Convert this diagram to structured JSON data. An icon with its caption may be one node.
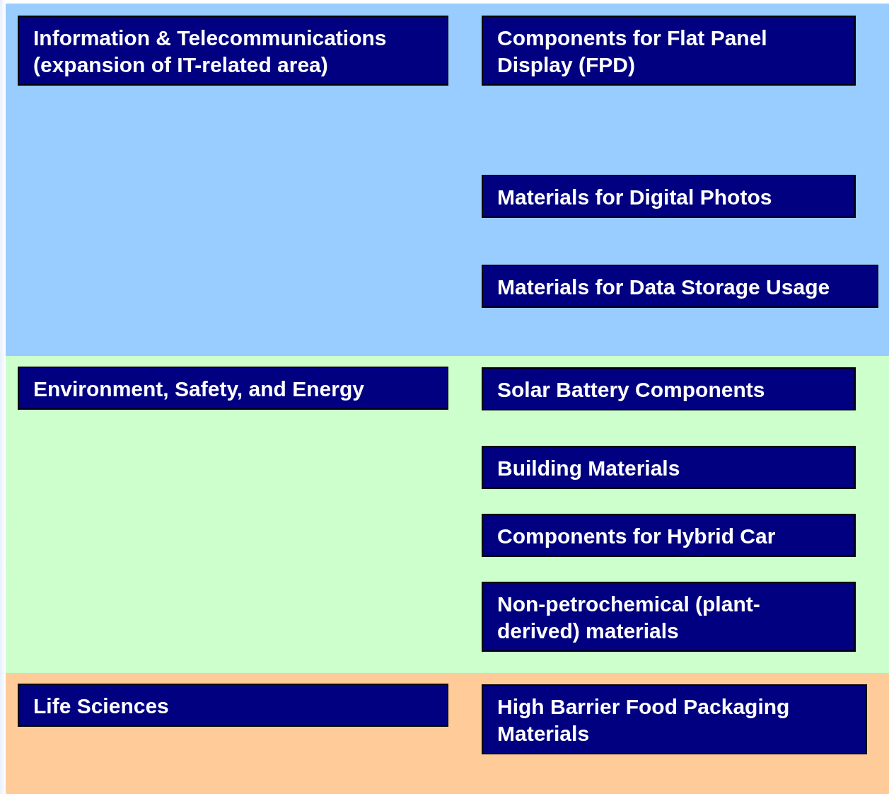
{
  "diagram": {
    "nodes": [
      {
        "text": [],
        "shape": "band"
      },
      {
        "text": [
          "Information & Telecommunications (expansion of IT-related area)"
        ],
        "in": 0
      },
      {
        "text": [
          "Components for Flat Panel Display (FPD)"
        ],
        "in": 0
      },
      {
        "text": [
          "Materials for Digital Photos"
        ],
        "in": 0
      },
      {
        "text": [
          "Materials for Data Storage Usage"
        ],
        "in": 0
      },
      {
        "text": [],
        "shape": "band"
      },
      {
        "text": [
          "Environment, Safety, and Energy"
        ],
        "in": 5
      },
      {
        "text": [
          "Solar Battery Components"
        ],
        "in": 5
      },
      {
        "text": [
          "Building Materials"
        ],
        "in": 5
      },
      {
        "text": [
          "Components for Hybrid Car"
        ],
        "in": 5
      },
      {
        "text": [
          "Non-petrochemical (plant-derived) materials"
        ],
        "in": 5
      },
      {
        "text": [],
        "shape": "band"
      },
      {
        "text": [
          "Life Sciences"
        ],
        "in": 11
      },
      {
        "text": [
          "High Barrier Food Packaging Materials"
        ],
        "in": 11
      }
    ]
  }
}
